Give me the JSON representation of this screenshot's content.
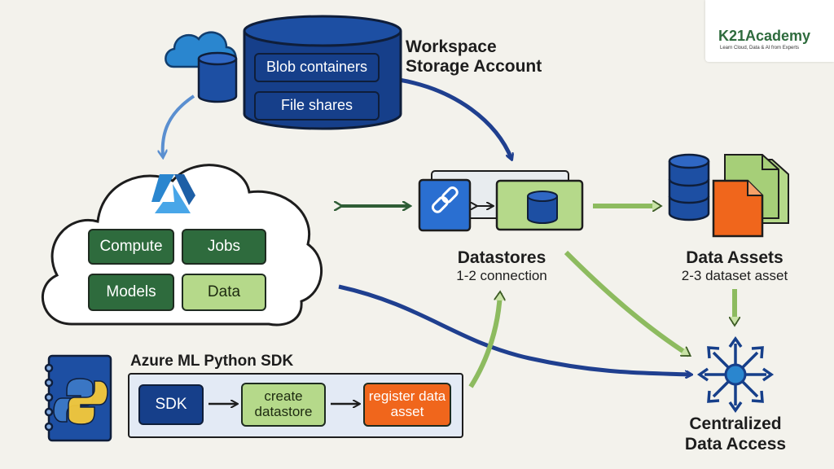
{
  "logo": {
    "brand": "K21Academy",
    "tagline": "Learn Cloud, Data & AI from Experts",
    "colors": {
      "brand": "#2e6b3d",
      "cloud": "#2a86cf"
    }
  },
  "storage": {
    "title_line1": "Workspace",
    "title_line2": "Storage Account",
    "blob": "Blob containers",
    "files": "File shares"
  },
  "workspace": {
    "compute": "Compute",
    "jobs": "Jobs",
    "models": "Models",
    "data": "Data"
  },
  "datastores": {
    "title": "Datastores",
    "subtitle": "1-2 connection"
  },
  "assets": {
    "title": "Data Assets",
    "subtitle": "2-3 dataset asset"
  },
  "sdk": {
    "title": "Azure ML Python SDK",
    "step1": "SDK",
    "step2": "create datastore",
    "step3": "register data asset"
  },
  "central": {
    "line1": "Centralized",
    "line2": "Data Access"
  },
  "icons": [
    "cloud-icon",
    "database-icon",
    "azure-ml-icon",
    "link-icon",
    "file-icon",
    "python-notebook-icon",
    "hub-icon"
  ],
  "colors": {
    "dark_green": "#2e6b3d",
    "light_green": "#b5d98a",
    "navy": "#163f8a",
    "orange": "#f0661c",
    "azure_blue": "#2a86cf"
  }
}
